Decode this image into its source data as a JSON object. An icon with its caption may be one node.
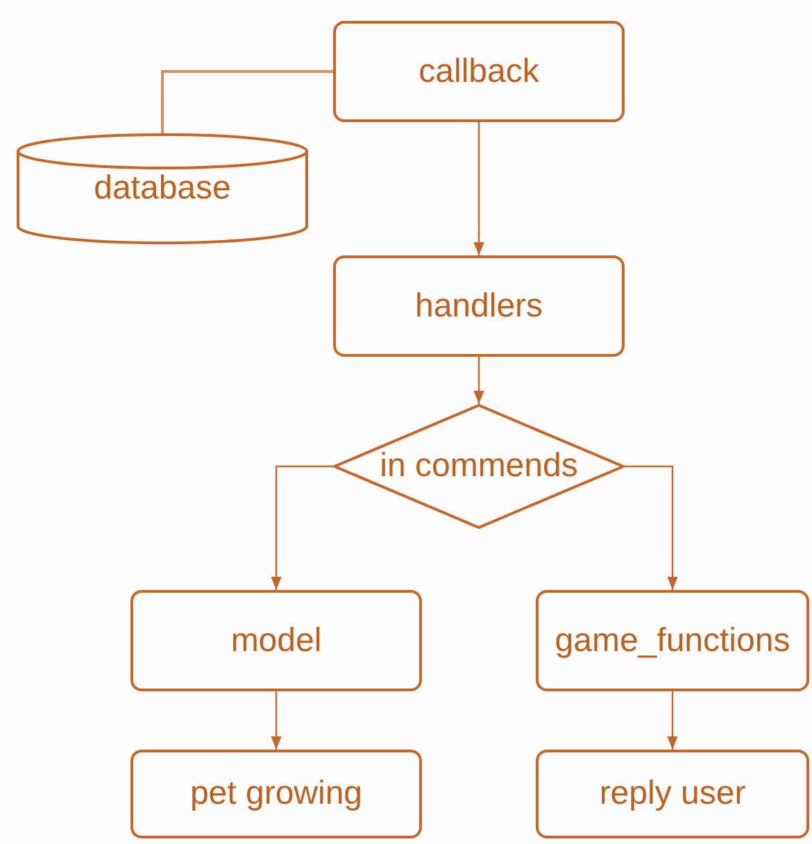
{
  "diagram": {
    "nodes": [
      {
        "text": [
          "callback"
        ]
      },
      {
        "text": [
          "database"
        ]
      },
      {
        "text": [
          "handlers"
        ]
      },
      {
        "text": [
          "in commends"
        ]
      },
      {
        "text": [
          "model"
        ]
      },
      {
        "text": [
          "game_functions"
        ]
      },
      {
        "text": [
          "pet growing"
        ]
      },
      {
        "text": [
          "reply user"
        ]
      }
    ],
    "edges": [
      {
        "from": 1,
        "to": 0,
        "arrow": "none"
      },
      {
        "from": 0,
        "to": 2,
        "arrow": "to"
      },
      {
        "from": 2,
        "to": 3,
        "arrow": "to"
      },
      {
        "from": 3,
        "to": 4,
        "arrow": "to"
      },
      {
        "from": 3,
        "to": 5,
        "arrow": "to"
      },
      {
        "from": 4,
        "to": 6,
        "arrow": "to"
      },
      {
        "from": 5,
        "to": 7,
        "arrow": "to"
      }
    ]
  }
}
